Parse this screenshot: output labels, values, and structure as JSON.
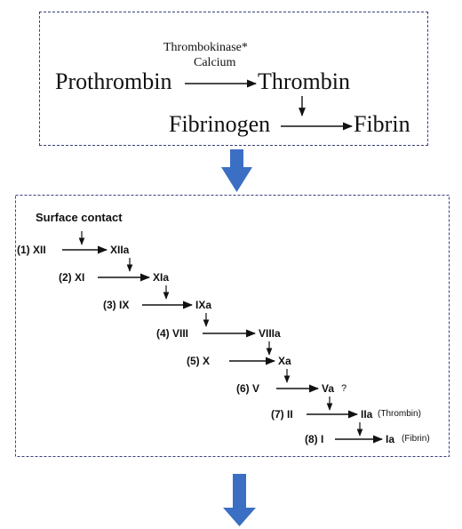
{
  "top": {
    "enzyme_label": "Thrombokinase*",
    "cofactor_label": "Calcium",
    "prothrombin": "Prothrombin",
    "thrombin": "Thrombin",
    "fibrinogen": "Fibrinogen",
    "fibrin": "Fibrin"
  },
  "cascade": {
    "start": "Surface contact",
    "steps": [
      {
        "num": "(1) XII",
        "product": "XIIa"
      },
      {
        "num": "(2) XI",
        "product": "XIa"
      },
      {
        "num": "(3) IX",
        "product": "IXa"
      },
      {
        "num": "(4) VIII",
        "product": "VIIIa"
      },
      {
        "num": "(5) X",
        "product": "Xa"
      },
      {
        "num": "(6) V",
        "product": "Va",
        "note": "?"
      },
      {
        "num": "(7) II",
        "product": "IIa",
        "note": "(Thrombin)"
      },
      {
        "num": "(8) I",
        "product": "Ia",
        "note": "(Fibrin)"
      }
    ]
  },
  "colors": {
    "box_border": "#3a3f7a",
    "big_arrow": "#3b6fc4",
    "text": "#111111"
  }
}
